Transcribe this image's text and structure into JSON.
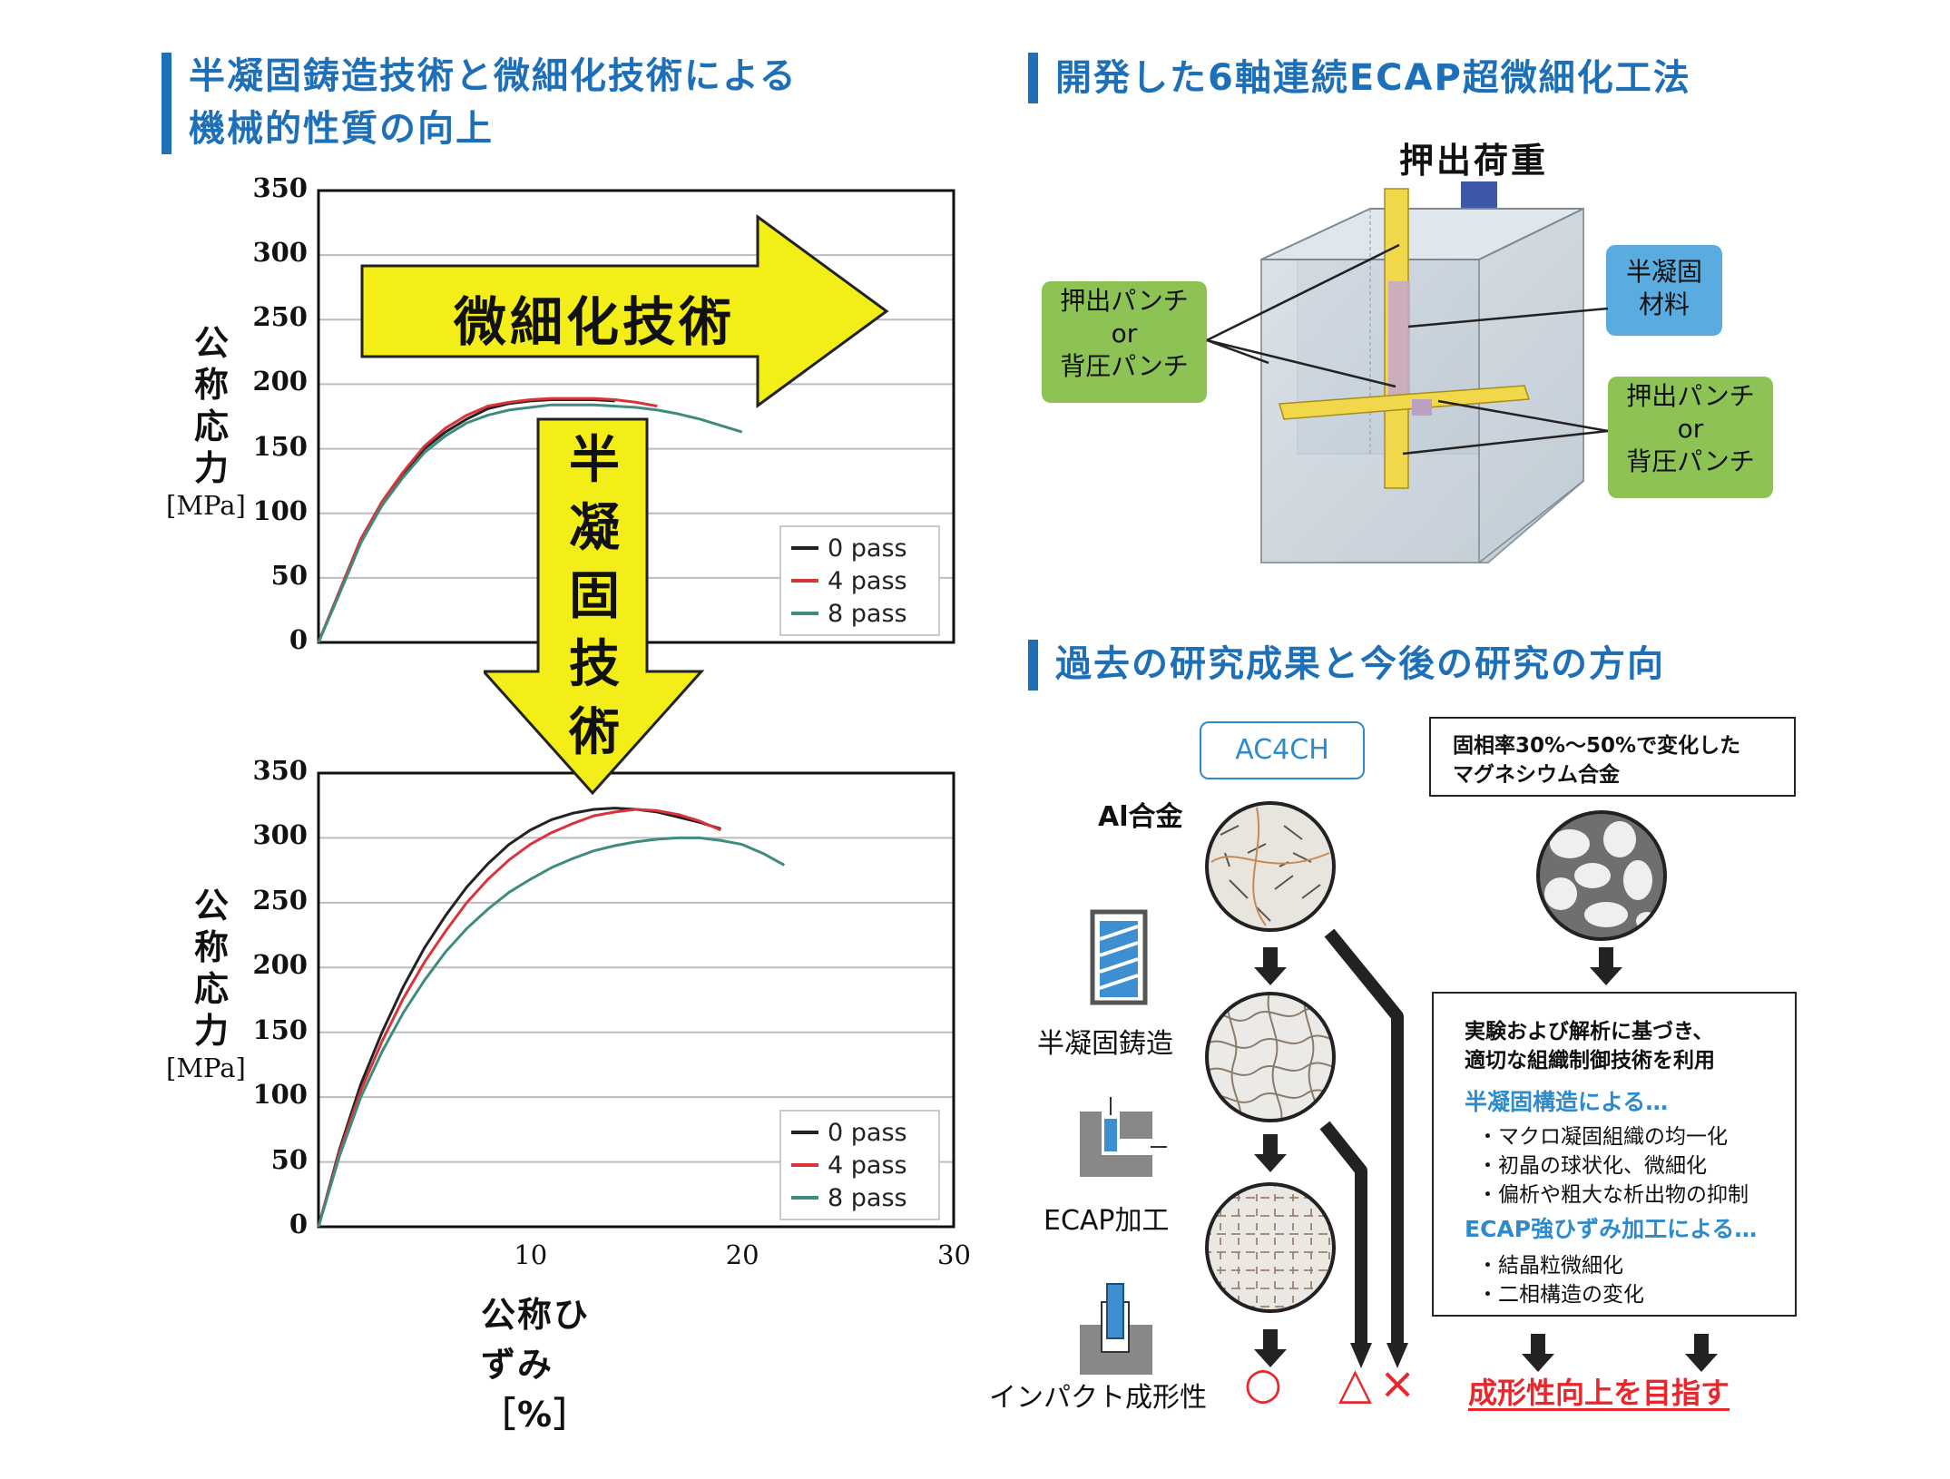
{
  "sections": {
    "left_title_line1": "半凝固鋳造技術と微細化技術による",
    "left_title_line2": "機械的性質の向上",
    "ecap_title": "開発した6軸連続ECAP超微細化工法",
    "research_title": "過去の研究成果と今後の研究の方向"
  },
  "arrows": {
    "horizontal_text": "微細化技術",
    "vertical_text": [
      "半",
      "凝",
      "固",
      "技",
      "術"
    ]
  },
  "chart_data": [
    {
      "type": "line",
      "ylabel": "公称応力",
      "yunit": "[MPa]",
      "ylim": [
        0,
        350
      ],
      "xlim": [
        0,
        30
      ],
      "yticks": [
        "350",
        "300",
        "250",
        "200",
        "150",
        "100",
        "50",
        "0"
      ],
      "grid": true,
      "legend": "bottom-right",
      "series": [
        {
          "name": "0 pass",
          "color": "#222222",
          "points": [
            [
              0,
              0
            ],
            [
              1,
              40
            ],
            [
              2,
              80
            ],
            [
              3,
              108
            ],
            [
              4,
              130
            ],
            [
              5,
              150
            ],
            [
              6,
              163
            ],
            [
              7,
              173
            ],
            [
              8,
              181
            ],
            [
              9,
              185
            ],
            [
              10,
              187
            ],
            [
              11,
              188
            ],
            [
              12,
              188
            ],
            [
              13,
              188
            ],
            [
              14,
              187
            ]
          ]
        },
        {
          "name": "4 pass",
          "color": "#d9343a",
          "points": [
            [
              0,
              0
            ],
            [
              1,
              40
            ],
            [
              2,
              80
            ],
            [
              3,
              109
            ],
            [
              4,
              132
            ],
            [
              5,
              152
            ],
            [
              6,
              166
            ],
            [
              7,
              176
            ],
            [
              8,
              183
            ],
            [
              9,
              186
            ],
            [
              10,
              188
            ],
            [
              11,
              189
            ],
            [
              12,
              189
            ],
            [
              13,
              189
            ],
            [
              14,
              188
            ],
            [
              15,
              186
            ],
            [
              16,
              183
            ]
          ]
        },
        {
          "name": "8 pass",
          "color": "#3f8b7d",
          "points": [
            [
              0,
              0
            ],
            [
              1,
              38
            ],
            [
              2,
              77
            ],
            [
              3,
              106
            ],
            [
              4,
              128
            ],
            [
              5,
              147
            ],
            [
              6,
              160
            ],
            [
              7,
              170
            ],
            [
              8,
              176
            ],
            [
              9,
              180
            ],
            [
              10,
              182
            ],
            [
              11,
              184
            ],
            [
              12,
              184
            ],
            [
              13,
              184
            ],
            [
              14,
              183
            ],
            [
              15,
              182
            ],
            [
              16,
              180
            ],
            [
              17,
              177
            ],
            [
              18,
              173
            ],
            [
              19,
              168
            ],
            [
              20,
              163
            ]
          ]
        }
      ]
    },
    {
      "type": "line",
      "ylabel": "公称応力",
      "yunit": "[MPa]",
      "xlabel": "公称ひずみ［%］",
      "ylim": [
        0,
        350
      ],
      "xlim": [
        0,
        30
      ],
      "yticks": [
        "350",
        "300",
        "250",
        "200",
        "150",
        "100",
        "50",
        "0"
      ],
      "xticks": [
        "10",
        "20",
        "30"
      ],
      "grid": true,
      "legend": "bottom-right",
      "series": [
        {
          "name": "0 pass",
          "color": "#222222",
          "points": [
            [
              0,
              0
            ],
            [
              1,
              60
            ],
            [
              2,
              110
            ],
            [
              3,
              150
            ],
            [
              4,
              185
            ],
            [
              5,
              215
            ],
            [
              6,
              240
            ],
            [
              7,
              262
            ],
            [
              8,
              280
            ],
            [
              9,
              295
            ],
            [
              10,
              306
            ],
            [
              11,
              314
            ],
            [
              12,
              319
            ],
            [
              13,
              322
            ],
            [
              14,
              323
            ],
            [
              15,
              322
            ],
            [
              16,
              320
            ],
            [
              17,
              316
            ],
            [
              18,
              312
            ],
            [
              19,
              307
            ]
          ]
        },
        {
          "name": "4 pass",
          "color": "#d9343a",
          "points": [
            [
              0,
              0
            ],
            [
              1,
              58
            ],
            [
              2,
              105
            ],
            [
              3,
              143
            ],
            [
              4,
              176
            ],
            [
              5,
              204
            ],
            [
              6,
              228
            ],
            [
              7,
              250
            ],
            [
              8,
              268
            ],
            [
              9,
              283
            ],
            [
              10,
              295
            ],
            [
              11,
              304
            ],
            [
              12,
              311
            ],
            [
              13,
              317
            ],
            [
              14,
              320
            ],
            [
              15,
              322
            ],
            [
              16,
              321
            ],
            [
              17,
              318
            ],
            [
              18,
              313
            ],
            [
              19,
              306
            ]
          ]
        },
        {
          "name": "8 pass",
          "color": "#3f8b7d",
          "points": [
            [
              0,
              0
            ],
            [
              1,
              55
            ],
            [
              2,
              100
            ],
            [
              3,
              135
            ],
            [
              4,
              165
            ],
            [
              5,
              190
            ],
            [
              6,
              212
            ],
            [
              7,
              230
            ],
            [
              8,
              245
            ],
            [
              9,
              258
            ],
            [
              10,
              268
            ],
            [
              11,
              277
            ],
            [
              12,
              284
            ],
            [
              13,
              290
            ],
            [
              14,
              294
            ],
            [
              15,
              297
            ],
            [
              16,
              299
            ],
            [
              17,
              300
            ],
            [
              18,
              300
            ],
            [
              19,
              298
            ],
            [
              20,
              295
            ],
            [
              21,
              288
            ],
            [
              22,
              279
            ]
          ]
        }
      ]
    }
  ],
  "ecap": {
    "load_label": "押出荷重",
    "punch_box_text": [
      "押出パンチ",
      "or",
      "背圧パンチ"
    ],
    "material_text": [
      "半凝固",
      "材料"
    ]
  },
  "research": {
    "ac4ch": "AC4CH",
    "mg_box": [
      "固相率30%～50%で変化した",
      "マグネシウム合金"
    ],
    "row_labels": {
      "al_alloy": "Al合金",
      "semi_solid_casting": "半凝固鋳造",
      "ecap": "ECAP加工",
      "impact": "インパクト成形性"
    },
    "results": {
      "good": "○",
      "fair": "△",
      "bad": "×",
      "goal": "成形性向上を目指す"
    },
    "plan_box": {
      "line1": "実験および解析に基づき、",
      "line2": "適切な組織制御技術を利用",
      "sub1": "半凝固構造による…",
      "bullets1": [
        "・マクロ凝固組織の均一化",
        "・初晶の球状化、微細化",
        "・偏析や粗大な析出物の抑制"
      ],
      "sub2": "ECAP強ひずみ加工による…",
      "bullets2": [
        "・結晶粒微細化",
        "・二相構造の変化"
      ]
    }
  },
  "colors": {
    "accent_blue": "#1d6fb8",
    "arrow_yellow": "#f3ee17",
    "punch_green": "#8dc354",
    "material_blue": "#5aace0",
    "result_red": "#e8262c"
  }
}
